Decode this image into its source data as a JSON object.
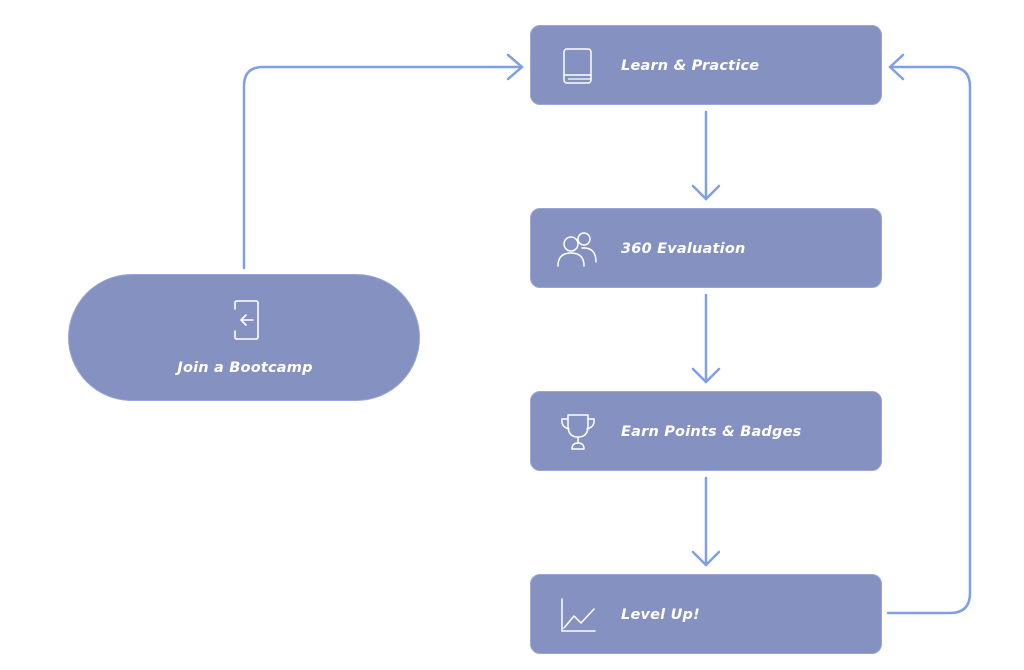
{
  "colors": {
    "box_fill": "#8591c0",
    "box_border": "#9aa7d6",
    "connector": "#7f9fe6",
    "text": "#ffffff",
    "background": "#ffffff"
  },
  "entry": {
    "label": "Join a Bootcamp",
    "icon": "sign-in-icon"
  },
  "steps": [
    {
      "label": "Learn & Practice",
      "icon": "book-icon"
    },
    {
      "label": "360 Evaluation",
      "icon": "users-icon"
    },
    {
      "label": "Earn Points & Badges",
      "icon": "trophy-icon"
    },
    {
      "label": "Level Up!",
      "icon": "chart-line-icon"
    }
  ]
}
